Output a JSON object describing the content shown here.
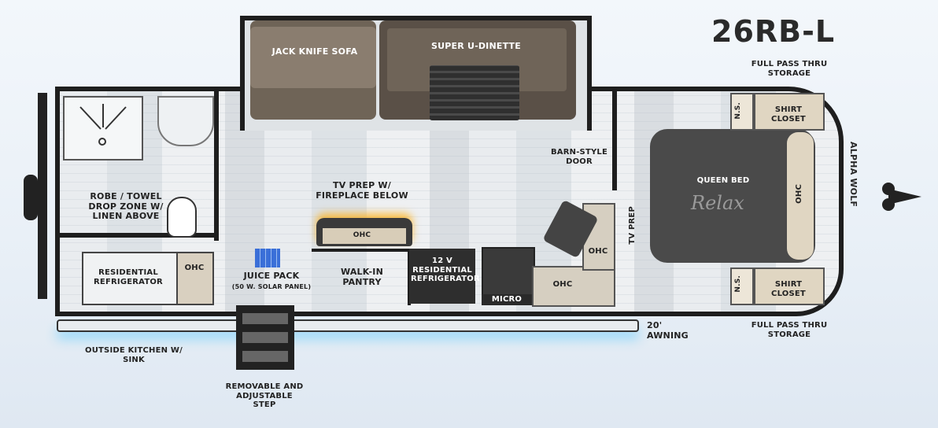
{
  "model": "26RB-L",
  "labels": {
    "jack_knife_sofa": "JACK KNIFE SOFA",
    "super_u_dinette": "SUPER U-DINETTE",
    "full_pass_top": "FULL PASS THRU STORAGE",
    "full_pass_bottom": "FULL PASS THRU STORAGE",
    "shirt_closet_top": "SHIRT CLOSET",
    "shirt_closet_bottom": "SHIRT CLOSET",
    "ns_top": "N.S.",
    "ns_bottom": "N.S.",
    "queen_bed": "QUEEN BED",
    "relax": "Relax",
    "ohc_bed": "OHC",
    "tv_prep_bed": "TV PREP",
    "barn_door": "BARN-STYLE DOOR",
    "tv_prep_fireplace": "TV PREP W/ FIREPLACE BELOW",
    "ohc_fireplace": "OHC",
    "robe_towel": "ROBE / TOWEL DROP ZONE W/ LINEN ABOVE",
    "residential_fridge": "RESIDENTIAL REFRIGERATOR",
    "ohc_bath": "OHC",
    "juice_pack": "JUICE PACK",
    "solar_panel": "(50 W. SOLAR PANEL)",
    "walk_in_pantry": "WALK-IN PANTRY",
    "fridge_12v": "12 V RESIDENTIAL REFRIGERATOR",
    "micro": "MICRO",
    "ohc_kitchen": "OHC",
    "ohc_side": "OHC",
    "awning": "20' AWNING",
    "outside_kitchen": "OUTSIDE KITCHEN W/ SINK",
    "step": "REMOVABLE AND ADJUSTABLE STEP",
    "brand": "ALPHA WOLF"
  }
}
